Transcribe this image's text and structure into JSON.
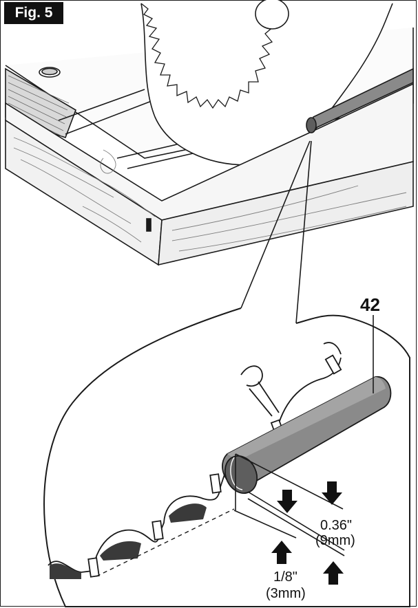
{
  "figure": {
    "tag": "Fig. 5"
  },
  "callout": {
    "part_number": "42"
  },
  "dimensions": {
    "upper_inch": "0.36\"",
    "upper_mm": "(9mm)",
    "lower_inch": "1/8\"",
    "lower_mm": "(3mm)"
  },
  "colors": {
    "line": "#1a1a1a",
    "fence_gray": "#8a8a8a",
    "fence_dark": "#5e5e5e",
    "wood": "#f4f4f4"
  }
}
